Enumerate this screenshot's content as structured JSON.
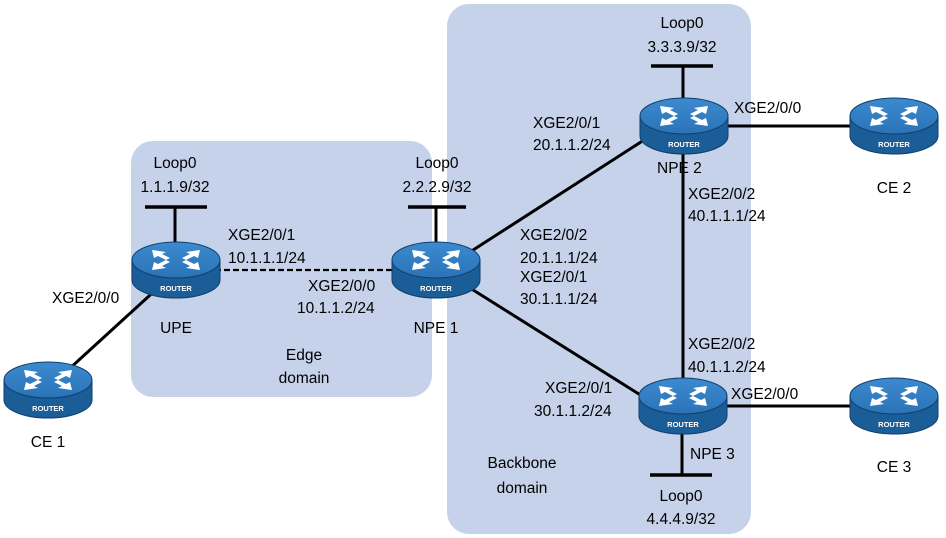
{
  "areas": {
    "edge": "Edge\ndomain",
    "edge_line1": "Edge",
    "edge_line2": "domain",
    "backbone_line1": "Backbone",
    "backbone_line2": "domain"
  },
  "router_badge": "ROUTER",
  "devices": {
    "ce1": "CE 1",
    "ce2": "CE 2",
    "ce3": "CE 3",
    "upe": "UPE",
    "npe1": "NPE 1",
    "npe2": "NPE 2",
    "npe3": "NPE 3"
  },
  "loopbacks": {
    "upe": {
      "name": "Loop0",
      "ip": "1.1.1.9/32"
    },
    "npe1": {
      "name": "Loop0",
      "ip": "2.2.2.9/32"
    },
    "npe2": {
      "name": "Loop0",
      "ip": "3.3.3.9/32"
    },
    "npe3": {
      "name": "Loop0",
      "ip": "4.4.4.9/32"
    }
  },
  "interfaces": {
    "upe_ce1": "XGE2/0/0",
    "upe_npe1_if": "XGE2/0/1",
    "upe_npe1_ip": "10.1.1.1/24",
    "npe1_upe_if": "XGE2/0/0",
    "npe1_upe_ip": "10.1.1.2/24",
    "npe1_npe2_if": "XGE2/0/2",
    "npe1_npe2_ip": "20.1.1.1/24",
    "npe1_npe3_if": "XGE2/0/1",
    "npe1_npe3_ip": "30.1.1.1/24",
    "npe2_npe1_if": "XGE2/0/1",
    "npe2_npe1_ip": "20.1.1.2/24",
    "npe2_ce2": "XGE2/0/0",
    "npe2_npe3_if": "XGE2/0/2",
    "npe2_npe3_ip": "40.1.1.1/24",
    "npe3_npe2_if": "XGE2/0/2",
    "npe3_npe2_ip": "40.1.1.2/24",
    "npe3_npe1_if": "XGE2/0/1",
    "npe3_npe1_ip": "30.1.1.2/24",
    "npe3_ce3": "XGE2/0/0"
  },
  "colors": {
    "area_fill": "#c5d2ea",
    "router_top": "#2a73b6",
    "router_side": "#1b5d97",
    "router_outline": "#0f3f6e"
  }
}
